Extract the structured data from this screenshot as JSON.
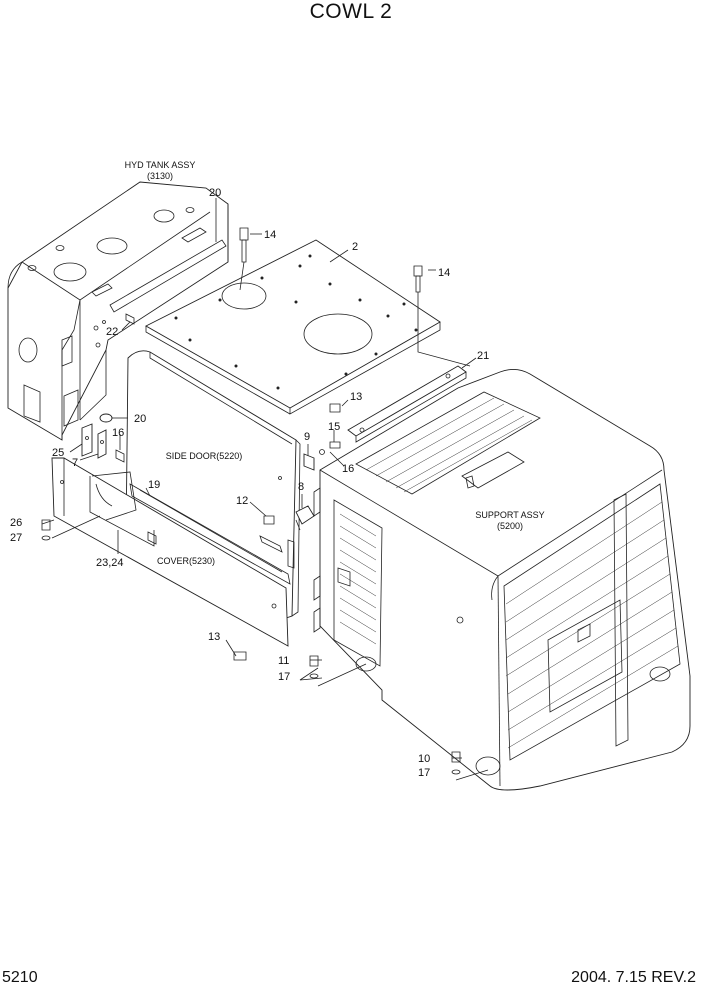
{
  "title": "COWL 2",
  "page_number": "5210",
  "revision": "2004. 7.15  REV.2",
  "labels": {
    "hyd_tank": "HYD TANK ASSY",
    "hyd_tank_code": "(3130)",
    "side_door": "SIDE DOOR(5220)",
    "support": "SUPPORT ASSY",
    "support_code": "(5200)",
    "cover": "COVER(5230)"
  },
  "callouts": {
    "c20a": "20",
    "c14a": "14",
    "c2": "2",
    "c14b": "14",
    "c22": "22",
    "c21": "21",
    "c13a": "13",
    "c20b": "20",
    "c16a": "16",
    "c25": "25",
    "c7": "7",
    "c9": "9",
    "c15": "15",
    "c16b": "16",
    "c19": "19",
    "c8": "8",
    "c12": "12",
    "c26": "26",
    "c27": "27",
    "c2324": "23,24",
    "c13b": "13",
    "c11": "11",
    "c17a": "17",
    "c10": "10",
    "c17b": "17"
  }
}
